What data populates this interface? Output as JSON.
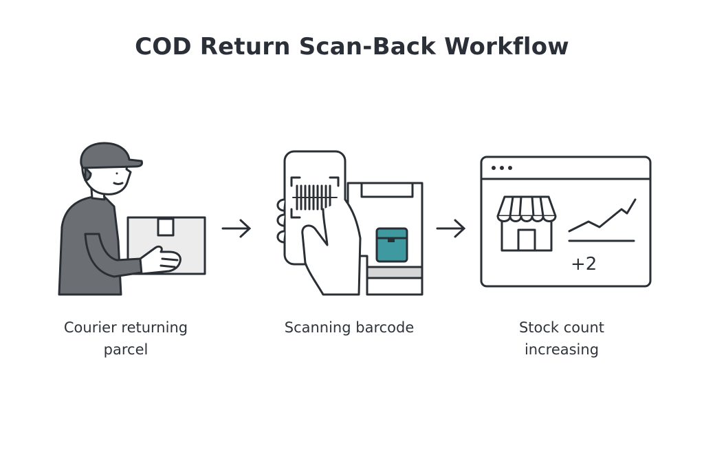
{
  "title": "COD Return Scan-Back Workflow",
  "steps": [
    {
      "caption_lines": [
        "Courier returning",
        "parcel"
      ],
      "icon": "courier-with-parcel"
    },
    {
      "caption_lines": [
        "Scanning barcode"
      ],
      "icon": "phone-scanning-barcode"
    },
    {
      "caption_lines": [
        "Stock count",
        "increasing"
      ],
      "icon": "storefront-dashboard",
      "badge": "+2"
    }
  ],
  "colors": {
    "stroke": "#2a2f35",
    "person_fill": "#6b6f74",
    "accent_teal": "#3e9aa0",
    "box_fill": "#ececec"
  }
}
